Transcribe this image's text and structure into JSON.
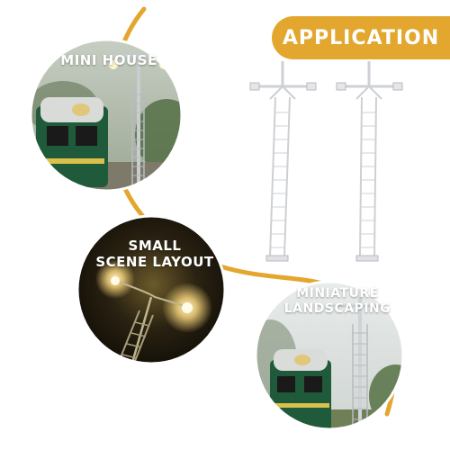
{
  "banner": {
    "label": "APPLICATION",
    "color": "#e3a72f"
  },
  "scenes": [
    {
      "label": "MINI HOUSE"
    },
    {
      "label_line1": "SMALL",
      "label_line2": "SCENE LAYOUT"
    },
    {
      "label_line1": "MINIATURE",
      "label_line2": "LANDSCAPING"
    }
  ],
  "colors": {
    "accent": "#e3a72f",
    "pole": "#d2d4d8",
    "train_green": "#1f5a3a"
  }
}
